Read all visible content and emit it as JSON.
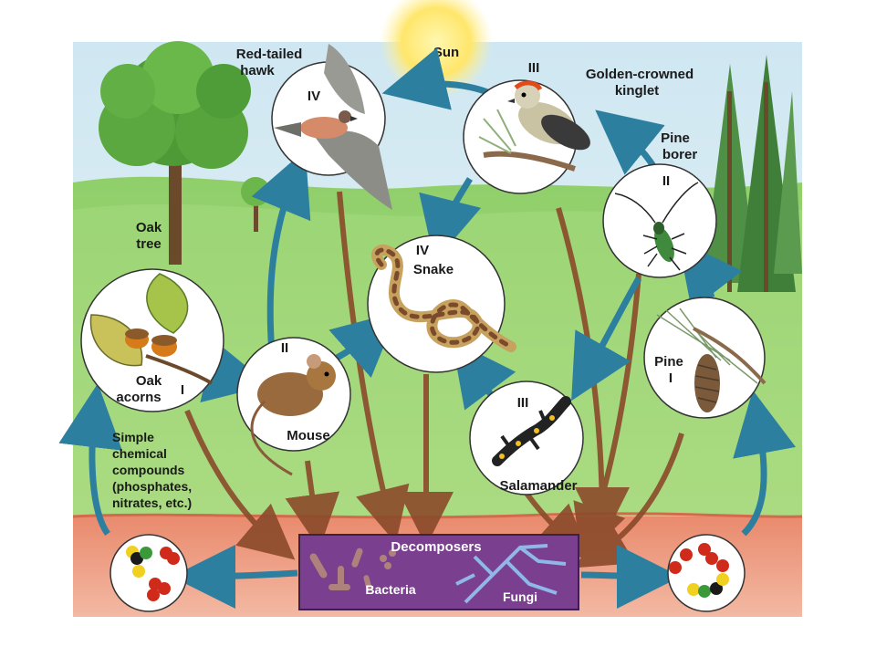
{
  "diagram": {
    "sun": "Sun",
    "organisms": {
      "hawk": {
        "name_line1": "Red-tailed",
        "name_line2": "hawk",
        "level": "IV"
      },
      "kinglet": {
        "name_line1": "Golden-crowned",
        "name_line2": "kinglet",
        "level": "III"
      },
      "pine_borer": {
        "name_line1": "Pine",
        "name_line2": "borer",
        "level": "II"
      },
      "oak_tree": {
        "name_line1": "Oak",
        "name_line2": "tree"
      },
      "oak_acorns": {
        "name_line1": "Oak",
        "name_line2": "acorns",
        "level": "I"
      },
      "mouse": {
        "name": "Mouse",
        "level": "II"
      },
      "snake": {
        "name": "Snake",
        "level": "IV"
      },
      "salamander": {
        "name": "Salamander",
        "level": "III"
      },
      "pine": {
        "name": "Pine",
        "level": "I"
      }
    },
    "compounds_label": [
      "Simple",
      "chemical",
      "compounds",
      "(phosphates,",
      "nitrates, etc.)"
    ],
    "decomposers": {
      "title": "Decomposers",
      "bacteria": "Bacteria",
      "fungi": "Fungi"
    }
  }
}
